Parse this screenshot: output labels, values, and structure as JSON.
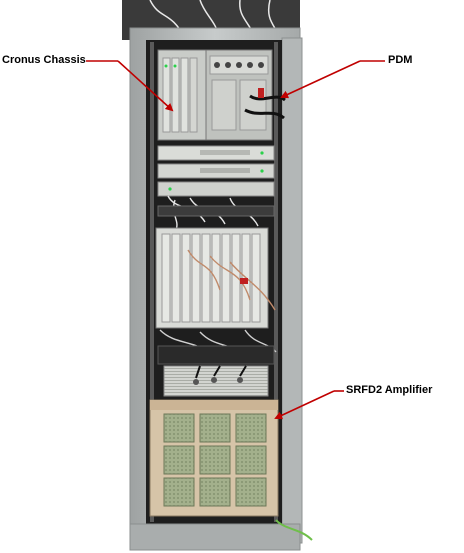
{
  "labels": {
    "cronus_chassis": "Cronus Chassis",
    "pdm": "PDM",
    "srfd2_amplifier": "SRFD2 Amplifier"
  },
  "colors": {
    "background": "#ffffff",
    "label_text": "#000000",
    "callout_arrow": "#c00000",
    "cabinet_frame": "#b8bcbc",
    "cabinet_interior": "#1e1e1e",
    "amplifier_panel": "#d6c4a8",
    "amplifier_grille": "#9aa884"
  }
}
